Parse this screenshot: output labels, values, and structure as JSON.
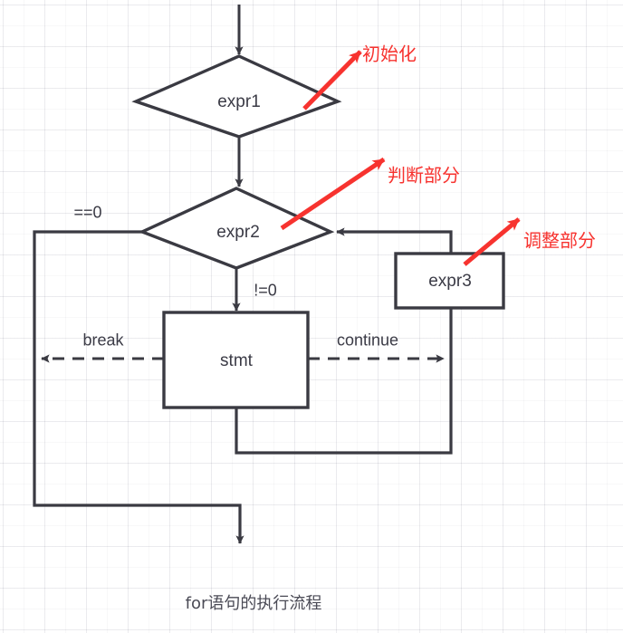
{
  "diagram": {
    "caption": "for语句的执行流程",
    "colors": {
      "stroke": "#3a3a42",
      "annotation": "#f7332f",
      "text": "#3b3b46",
      "background": "#ffffff"
    },
    "nodes": [
      {
        "id": "expr1",
        "shape": "diamond",
        "label": "expr1"
      },
      {
        "id": "expr2",
        "shape": "diamond",
        "label": "expr2"
      },
      {
        "id": "stmt",
        "shape": "rect",
        "label": "stmt"
      },
      {
        "id": "expr3",
        "shape": "rect",
        "label": "expr3"
      }
    ],
    "edge_labels": [
      {
        "id": "eq-zero",
        "label": "==0"
      },
      {
        "id": "neq-zero",
        "label": "!=0"
      },
      {
        "id": "break",
        "label": "break"
      },
      {
        "id": "continue",
        "label": "continue"
      }
    ],
    "annotations": [
      {
        "id": "init",
        "label": "初始化",
        "target": "expr1"
      },
      {
        "id": "test",
        "label": "判断部分",
        "target": "expr2"
      },
      {
        "id": "adjust",
        "label": "调整部分",
        "target": "expr3"
      }
    ]
  }
}
